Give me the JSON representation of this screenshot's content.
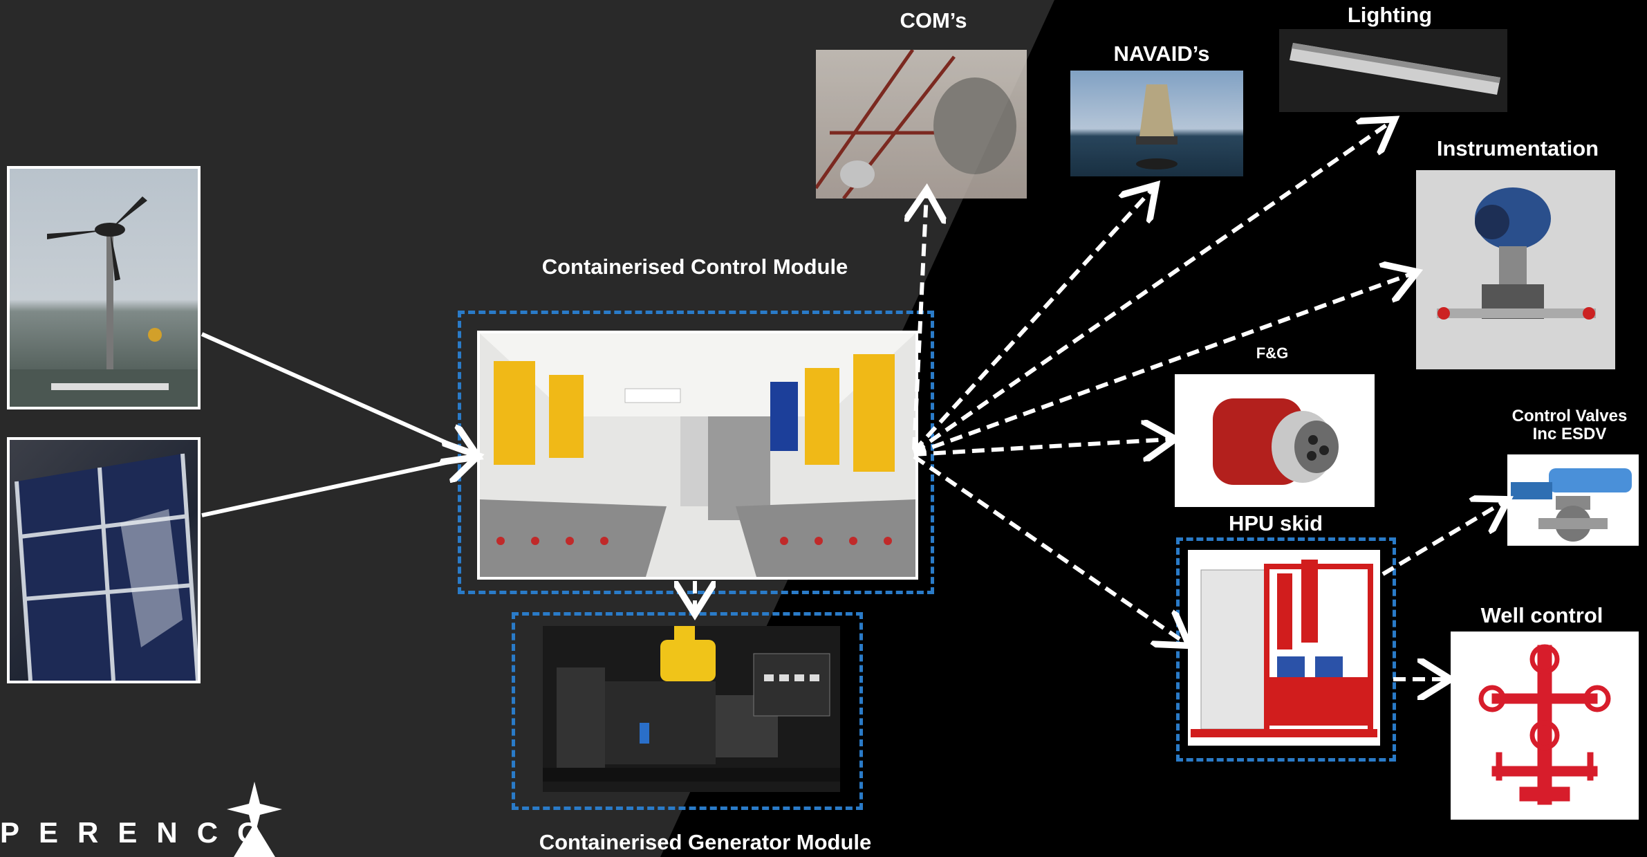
{
  "labels": {
    "coms": "COM’s",
    "navaids": "NAVAID’s",
    "lighting": "Lighting",
    "instrumentation": "Instrumentation",
    "fg": "F&G",
    "control_valves_line1": "Control Valves",
    "control_valves_line2": "Inc ESDV",
    "hpu_skid": "HPU skid",
    "well_control": "Well control",
    "control_module": "Containerised Control Module",
    "generator_module": "Containerised Generator Module"
  },
  "logo": {
    "text": "PERENCO"
  },
  "colors": {
    "background_dark": "#000000",
    "background_panel": "#292929",
    "dash_blue": "#2a7bc8",
    "arrow": "#ffffff"
  },
  "icons": [
    "wind-turbine-photo",
    "solar-panel-photo",
    "perenco-star-logo"
  ]
}
